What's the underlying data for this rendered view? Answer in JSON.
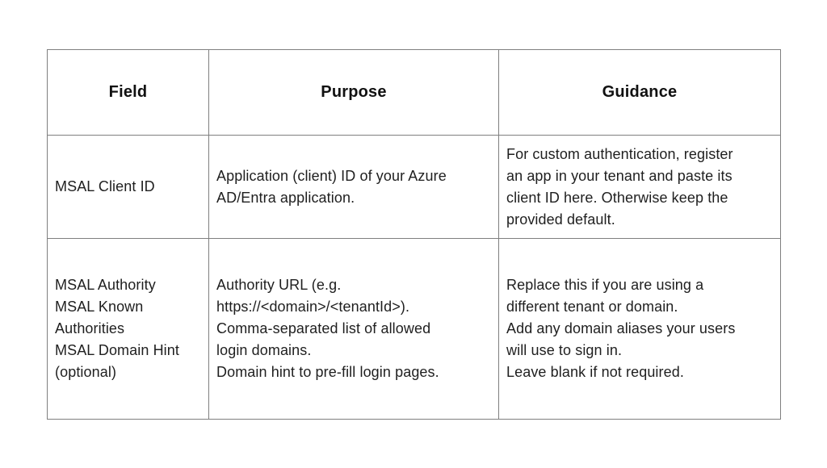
{
  "table": {
    "columns": [
      {
        "label": "Field"
      },
      {
        "label": "Purpose"
      },
      {
        "label": "Guidance"
      }
    ],
    "rows": [
      {
        "field": "MSAL Client ID",
        "purpose": "Application (client) ID of your Azure\nAD/Entra application.",
        "guidance": "For custom authentication, register\nan app in your tenant and paste its\nclient ID here. Otherwise keep the\nprovided default."
      },
      {
        "field": "MSAL Authority\nMSAL Known\nAuthorities\nMSAL Domain Hint\n(optional)",
        "purpose": "Authority URL (e.g.\nhttps://<domain>/<tenantId>).\nComma-separated list of allowed\nlogin domains.\nDomain hint to pre-fill login pages.",
        "guidance": "Replace this if you are using a\ndifferent tenant or domain.\nAdd any domain aliases your users\nwill use to sign in.\nLeave blank if not required."
      }
    ],
    "colors": {
      "border": "#7f7f7f",
      "text": "#1f1f1f",
      "background": "#ffffff"
    }
  }
}
